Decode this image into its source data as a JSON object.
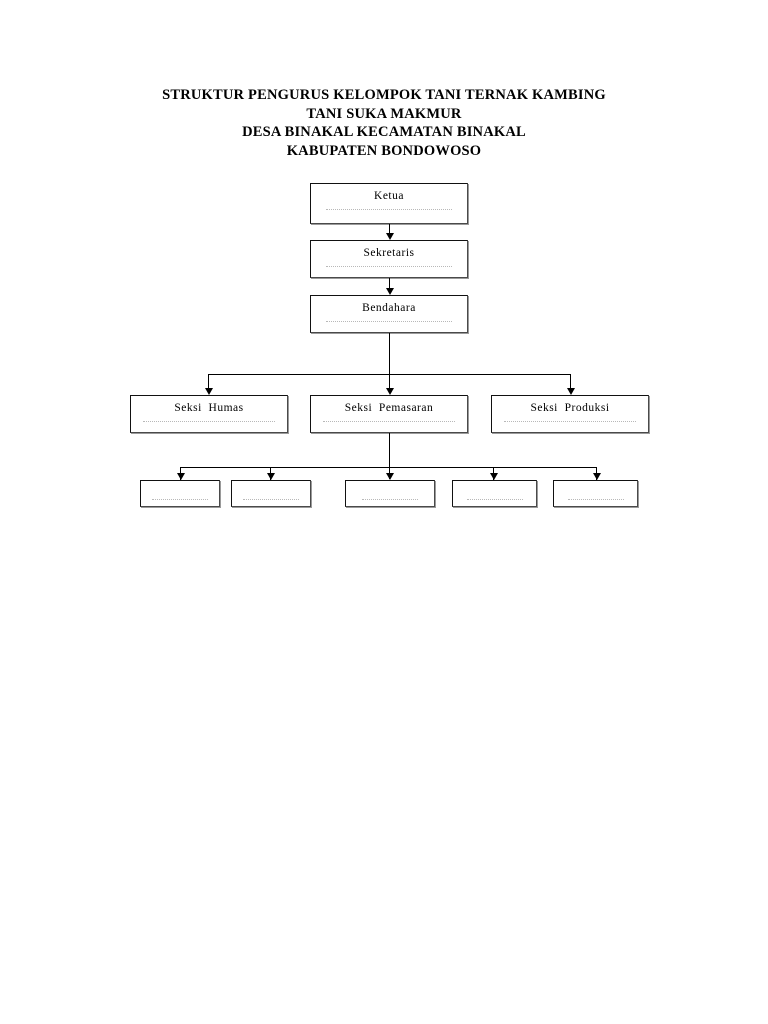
{
  "document": {
    "title_lines": [
      "STRUKTUR PENGURUS KELOMPOK TANI TERNAK KAMBING",
      "TANI SUKA MAKMUR",
      "DESA BINAKAL KECAMATAN BINAKAL",
      "KABUPATEN BONDOWOSO"
    ]
  },
  "chart": {
    "type": "org-chart",
    "chain": [
      {
        "label": "Ketua",
        "rule": true
      },
      {
        "label": "Sekretaris",
        "rule": true
      },
      {
        "label": "Bendahara",
        "rule": true
      }
    ],
    "sections": [
      {
        "label": "Seksi  Humas",
        "rule": true
      },
      {
        "label": "Seksi  Pemasaran",
        "rule": true
      },
      {
        "label": "Seksi  Produksi",
        "rule": true
      }
    ],
    "members": [
      {
        "label": "",
        "rule": true
      },
      {
        "label": "",
        "rule": true
      },
      {
        "label": "",
        "rule": true
      },
      {
        "label": "",
        "rule": true
      },
      {
        "label": "",
        "rule": true
      }
    ]
  },
  "colors": {
    "page_background": "#ffffff",
    "text": "#000000",
    "box_border": "#111111",
    "box_shadow": "#9a9a9a",
    "connector": "#000000",
    "dotted_rule": "#b8b8b8"
  }
}
